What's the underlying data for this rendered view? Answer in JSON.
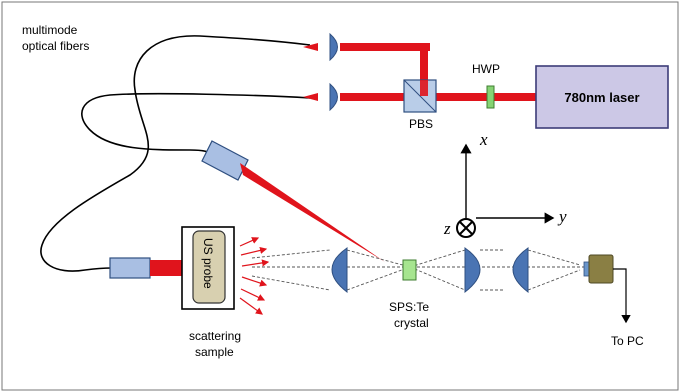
{
  "labels": {
    "fibers_line1": "multimode",
    "fibers_line2": "optical fibers",
    "hwp": "HWP",
    "laser": "780nm laser",
    "pbs": "PBS",
    "axis_x": "x",
    "axis_y": "y",
    "axis_z": "z",
    "probe": "US probe",
    "sample_line1": "scattering",
    "sample_line2": "sample",
    "crystal_line1": "SPS:Te",
    "crystal_line2": "crystal",
    "to_pc": "To PC"
  },
  "colors": {
    "beam": "#e0141c",
    "optic_fill": "#4a74b3",
    "optic_stroke": "#2f4f80",
    "fiber_coupler": "#a9bfe3",
    "laser_fill": "#ccc8e6",
    "laser_stroke": "#3c3c78",
    "hwp_fill": "#86d373",
    "crystal_fill": "#a6e58f",
    "probe_fill": "#d8d0b0",
    "detector_fill": "#8a7f44"
  }
}
